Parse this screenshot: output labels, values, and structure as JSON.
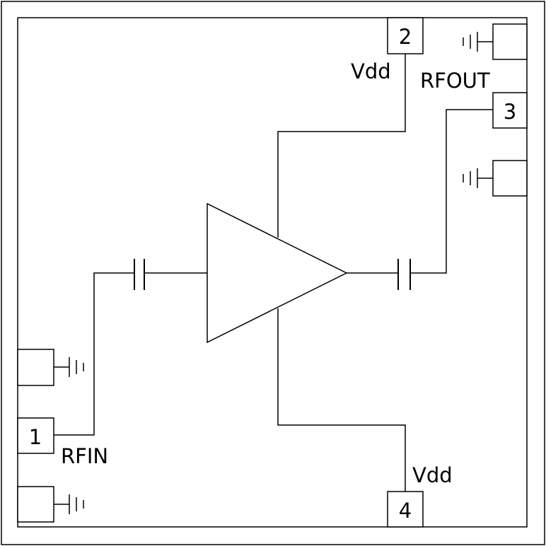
{
  "labels": {
    "vdd_top": "Vdd",
    "rfout": "RFOUT",
    "rfin": "RFIN",
    "vdd_bottom": "Vdd"
  },
  "pins": {
    "pin1": "1",
    "pin2": "2",
    "pin3": "3",
    "pin4": "4"
  },
  "colors": {
    "line": "#000000",
    "background": "#ffffff"
  }
}
